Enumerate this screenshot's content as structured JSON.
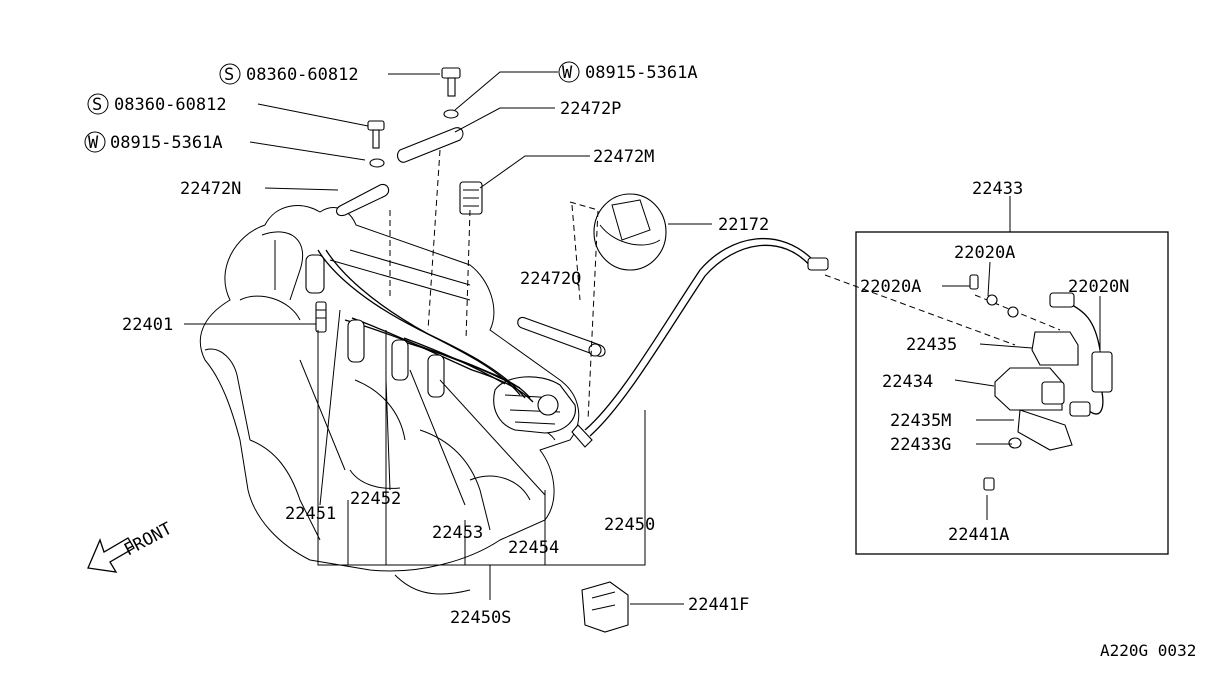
{
  "diagram": {
    "code": "A220G 0032",
    "front": "FRONT",
    "parts": {
      "s_bolt_top": "08360-60812",
      "w_washer_top": "08915-5361A",
      "bracket_p": "22472P",
      "s_bolt_mid": "08360-60812",
      "w_washer_mid": "08915-5361A",
      "bracket_m": "22472M",
      "bracket_n": "22472N",
      "cap": "22172",
      "spark_plug": "22401",
      "clamp_q": "22472Q",
      "module_assy": "22433",
      "screw_a_top": "22020A",
      "screw_a_left": "22020A",
      "harness_n": "22020N",
      "gasket_435": "22435",
      "module_434": "22434",
      "gasket_435m": "22435M",
      "plate_433g": "22433G",
      "bolt_441a": "22441A",
      "cable_451": "22451",
      "cable_452": "22452",
      "cable_453": "22453",
      "cable_454": "22454",
      "cable_450": "22450",
      "cable_set": "22450S",
      "bracket_441f": "22441F"
    },
    "markers": {
      "s": "S",
      "w": "W"
    }
  }
}
